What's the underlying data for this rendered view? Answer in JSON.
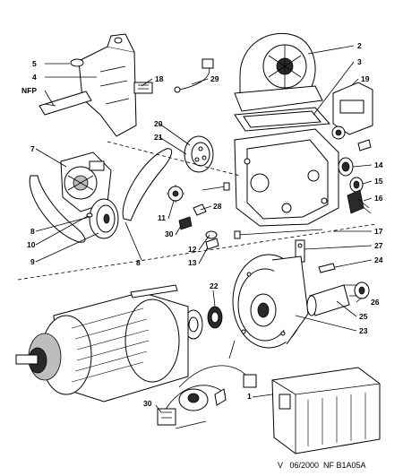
{
  "labels": {
    "l1": "1",
    "l2": "2",
    "l3": "3",
    "l4": "4",
    "l5": "5",
    "l7": "7",
    "l8a": "8",
    "l8b": "8",
    "l9": "9",
    "l10": "10",
    "l11": "11",
    "l12": "12",
    "l13": "13",
    "l14": "14",
    "l15": "15",
    "l16": "16",
    "l17": "17",
    "l18": "18",
    "l19": "19",
    "l20": "20",
    "l21": "21",
    "l22": "22",
    "l23": "23",
    "l24": "24",
    "l25": "25",
    "l26": "26",
    "l27": "27",
    "l28": "28",
    "l29": "29",
    "l30a": "30",
    "l30b": "30",
    "nfp": "NFP"
  },
  "footer": "V   06/2000  NF B1A05A"
}
